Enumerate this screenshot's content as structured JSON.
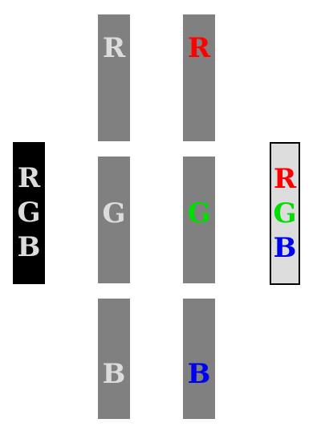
{
  "grid": {
    "rows": [
      {
        "left_label": "R",
        "right_label": "R",
        "right_color": "#ff0000"
      },
      {
        "left_label": "G",
        "right_label": "G",
        "right_color": "#00dd00"
      },
      {
        "left_label": "B",
        "right_label": "B",
        "right_color": "#0000ee"
      }
    ],
    "left_label_color": "#dcdcdc",
    "bar_color": "#808080"
  },
  "legend_dark": {
    "background": "#000000",
    "letters": [
      {
        "label": "R",
        "color": "#dcdcdc"
      },
      {
        "label": "G",
        "color": "#dcdcdc"
      },
      {
        "label": "B",
        "color": "#dcdcdc"
      }
    ]
  },
  "legend_light": {
    "background": "#dcdcdc",
    "letters": [
      {
        "label": "R",
        "color": "#ff0000"
      },
      {
        "label": "G",
        "color": "#00dd00"
      },
      {
        "label": "B",
        "color": "#0000ee"
      }
    ]
  }
}
